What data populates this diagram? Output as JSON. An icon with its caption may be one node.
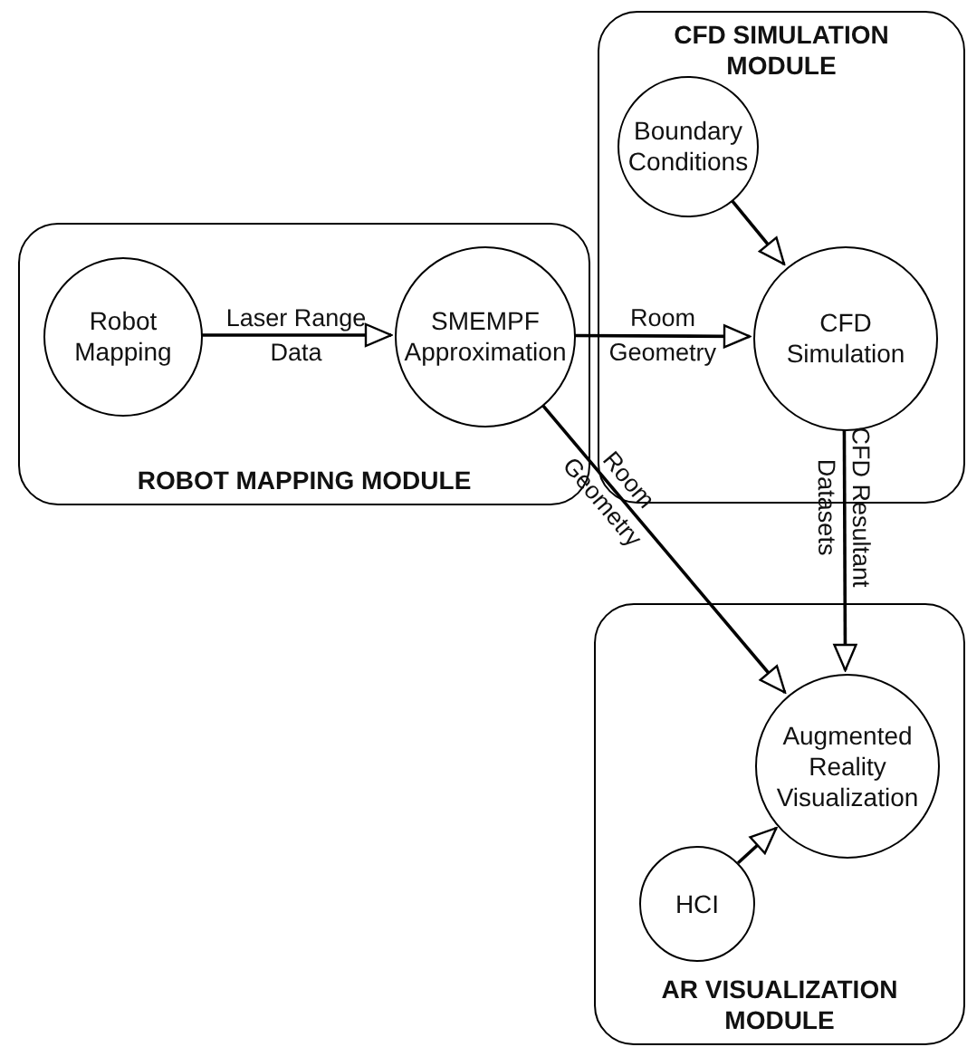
{
  "diagram": {
    "nodes": [
      {
        "text": [
          "ROBOT MAPPING MODULE"
        ]
      },
      {
        "text": [
          "Robot Mapping"
        ],
        "in": 0
      },
      {
        "text": [
          "SMEMPF Approximation"
        ],
        "in": 0
      },
      {
        "text": [
          "CFD SIMULATION MODULE"
        ]
      },
      {
        "text": [
          "Boundary Conditions"
        ],
        "in": 3
      },
      {
        "text": [
          "CFD Simulation"
        ],
        "in": 3
      },
      {
        "text": [
          "AR VISUALIZATION MODULE"
        ]
      },
      {
        "text": [
          "Augmented Reality Visualization"
        ],
        "in": 6
      },
      {
        "text": [
          "HCI"
        ],
        "in": 6
      }
    ],
    "edges": [
      {
        "from": 1,
        "to": 2,
        "arrow": "to",
        "label": "Laser Range Data"
      },
      {
        "from": 2,
        "to": 5,
        "arrow": "to",
        "label": "Room Geometry"
      },
      {
        "from": 4,
        "to": 5,
        "arrow": "to"
      },
      {
        "from": 2,
        "to": 7,
        "arrow": "to",
        "label": "Room Geometry"
      },
      {
        "from": 5,
        "to": 7,
        "arrow": "to",
        "label": "CFD Resultant Datasets"
      },
      {
        "from": 8,
        "to": 7,
        "arrow": "to"
      }
    ]
  }
}
